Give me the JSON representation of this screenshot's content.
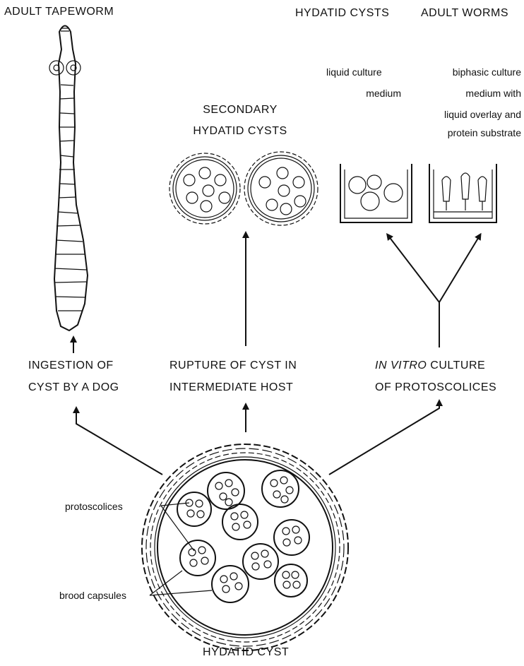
{
  "labels": {
    "adult_tapeworm": "ADULT TAPEWORM",
    "hydatid_cysts": "HYDATID CYSTS",
    "adult_worms": "ADULT WORMS",
    "secondary_line1": "SECONDARY",
    "secondary_line2": "HYDATID CYSTS",
    "liquid_line1": "liquid culture",
    "liquid_line2": "medium",
    "biphasic_line1": "biphasic culture",
    "biphasic_line2": "medium with",
    "biphasic_line3": "liquid overlay and",
    "biphasic_line4": "protein substrate",
    "ingestion_line1": "INGESTION OF",
    "ingestion_line2": "CYST BY A DOG",
    "rupture_line1": "RUPTURE OF CYST IN",
    "rupture_line2": "INTERMEDIATE HOST",
    "invitro_italic": "IN VITRO",
    "invitro_rest": " CULTURE",
    "invitro_line2": "OF PROTOSCOLICES",
    "protoscolices": "protoscolices",
    "brood_capsules": "brood capsules",
    "hydatid_cyst": "HYDATID CYST"
  }
}
